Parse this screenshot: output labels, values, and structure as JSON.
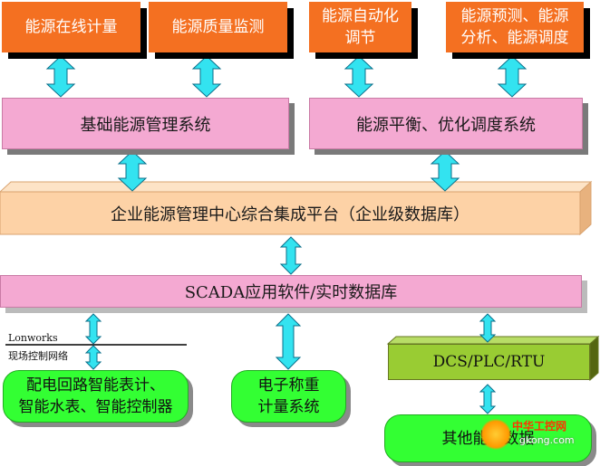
{
  "top_boxes": {
    "box1": "能源在线计量",
    "box2": "能源质量监测",
    "box3_line1": "能源自动化",
    "box3_line2": "调节",
    "box4_line1": "能源预测、能源",
    "box4_line2": "分析、能源调度"
  },
  "systems": {
    "basic": "基础能源管理系统",
    "balance": "能源平衡、优化调度系统"
  },
  "platform": "企业能源管理中心综合集成平台（企业级数据库）",
  "scada": "SCADA应用软件/实时数据库",
  "network": {
    "lonworks": "Lonworks",
    "field": "现场控制网络"
  },
  "bottom": {
    "meter_line1": "配电回路智能表计、",
    "meter_line2": "智能水表、智能控制器",
    "scale_line1": "电子称重",
    "scale_line2": "计量系统",
    "dcs": "DCS/PLC/RTU",
    "other": "其他能耗数据"
  },
  "watermark": {
    "cn": "中华工控网",
    "url": "gkong.com"
  },
  "colors": {
    "orange": "#f47021",
    "pink": "#f4a9d2",
    "peach": "#fdd2a6",
    "cyan": "#33e3f0",
    "green": "#33ff33",
    "olive": "#99cc33"
  }
}
